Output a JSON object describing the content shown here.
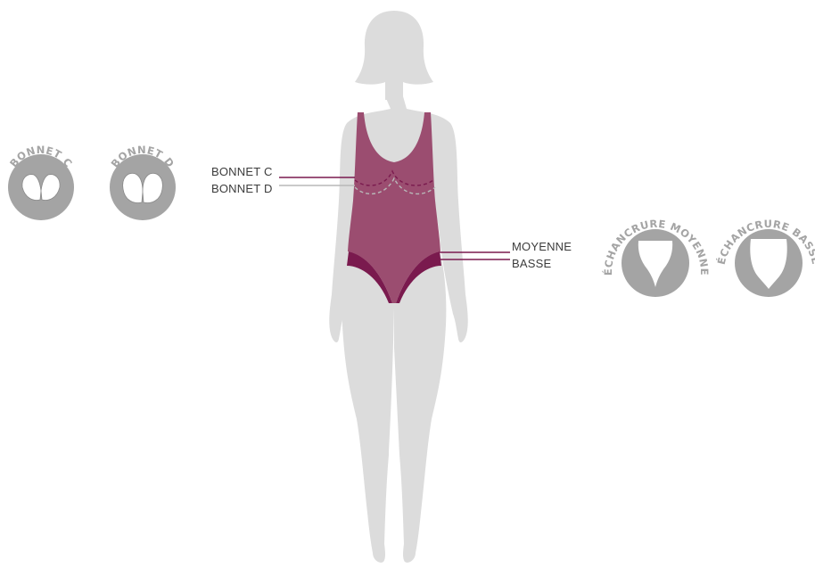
{
  "colors": {
    "body": "#dcdcdc",
    "swimsuit": "#9b4d70",
    "swimsuit_dark": "#7a1a4e",
    "icon_circle": "#a4a4a4",
    "icon_text": "#a4a4a4",
    "line_c": "#7a1a4e",
    "line_d": "#b8b8b8"
  },
  "cup_icons": [
    {
      "label": "BONNET C",
      "icon": "bra-cup-c-icon"
    },
    {
      "label": "BONNET D",
      "icon": "bra-cup-d-icon"
    }
  ],
  "cut_icons": [
    {
      "label": "ÉCHANCRURE MOYENNE",
      "icon": "medium-leg-cut-icon"
    },
    {
      "label": "ÉCHANCRURE BASSE",
      "icon": "low-leg-cut-icon"
    }
  ],
  "callouts": {
    "cup_c": "BONNET C",
    "cup_d": "BONNET D",
    "cut_medium": "MOYENNE",
    "cut_low": "BASSE"
  }
}
